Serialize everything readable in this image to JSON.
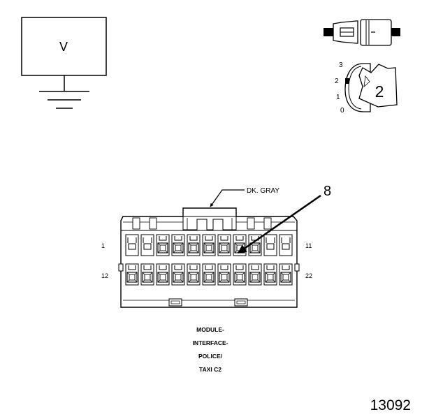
{
  "meter": {
    "label": "V"
  },
  "plug_scale": {
    "ticks": [
      "3",
      "2",
      "1",
      "0"
    ],
    "value": "2"
  },
  "connector": {
    "wire_color": "DK. GRAY",
    "callout": "8",
    "pin_left_top": "1",
    "pin_left_bottom": "12",
    "pin_right_top": "11",
    "pin_right_bottom": "22",
    "name_lines": [
      "MODULE-",
      "INTERFACE-",
      "POLICE/",
      "TAXI C2"
    ]
  },
  "figure_number": "13092"
}
